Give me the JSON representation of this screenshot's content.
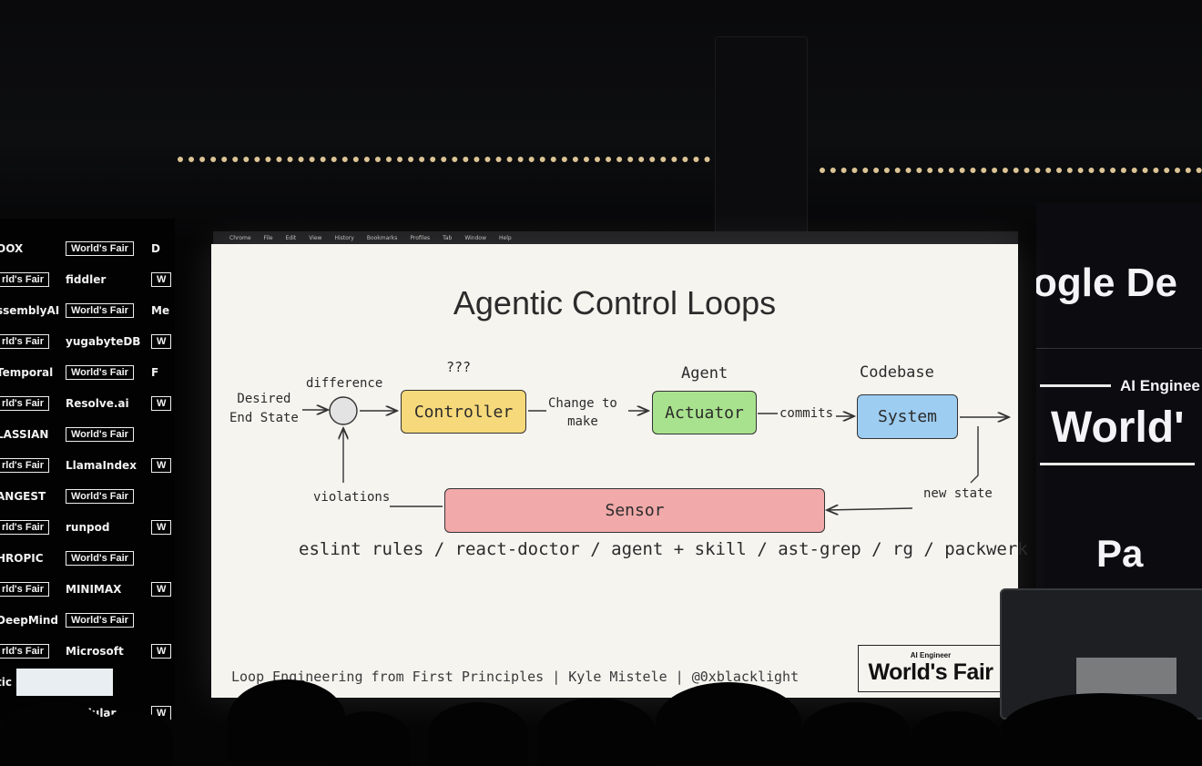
{
  "slide": {
    "title": "Agentic Control Loops",
    "menubar": [
      "Chrome",
      "File",
      "Edit",
      "View",
      "History",
      "Bookmarks",
      "Profiles",
      "Tab",
      "Window",
      "Help"
    ],
    "labels": {
      "desired": "Desired",
      "end_state": "End State",
      "difference": "difference",
      "controller_note": "???",
      "change_to": "Change to",
      "make": "make",
      "actuator_note": "Agent",
      "commits": "commits",
      "system_note": "Codebase",
      "new_state": "new state",
      "violations": "violations"
    },
    "boxes": {
      "controller": "Controller",
      "actuator": "Actuator",
      "system": "System",
      "sensor": "Sensor"
    },
    "tools_line": "eslint rules / react-doctor / agent + skill / ast-grep / rg / packwerk",
    "footer": "Loop Engineering from First Principles | Kyle Mistele | @0xblacklight",
    "logo": {
      "small": "AI Engineer",
      "big": "World's Fair"
    },
    "colors": {
      "controller": "#f6d97a",
      "actuator": "#a9e28e",
      "system": "#9ecdf2",
      "sensor": "#f1a9a9"
    }
  },
  "left_wall": {
    "col1": [
      "OOX",
      "rld's Fair",
      "ssemblyAI",
      "rld's Fair",
      "Temporal",
      "rld's Fair",
      "LASSIAN",
      "rld's Fair",
      "ANGEST",
      "rld's Fair",
      "HROPIC",
      "rld's Fair",
      "DeepMind",
      "rld's Fair",
      "tic"
    ],
    "col2": [
      "World's Fair",
      "fiddler",
      "World's Fair",
      "yugabyteDB",
      "World's Fair",
      "Resolve.ai",
      "World's Fair",
      "LlamaIndex",
      "World's Fair",
      "runpod",
      "World's Fair",
      "MINIMAX",
      "World's Fair",
      "Microsoft",
      "",
      "Modular"
    ],
    "col3": [
      "D",
      "W",
      "Me",
      "W",
      "F",
      "W",
      "",
      "W",
      "",
      "W",
      "",
      "W",
      "",
      "W",
      "",
      "W"
    ]
  },
  "right_wall": {
    "heading": "ogle De",
    "small": "AI Enginee",
    "big": "World'",
    "bottom": "Pa"
  }
}
